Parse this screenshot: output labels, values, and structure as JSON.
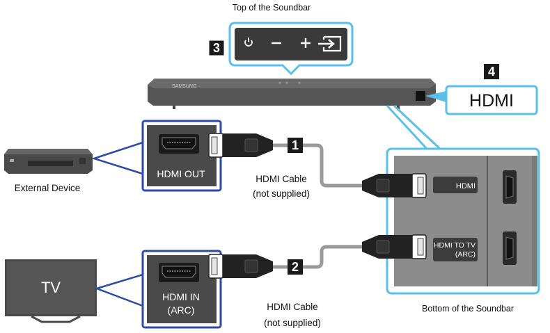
{
  "top_label": "Top of the Soundbar",
  "bottom_label": "Bottom of the Soundbar",
  "brand_text": "SAMSUNG",
  "steps": {
    "one": "1",
    "two": "2",
    "three": "3",
    "four": "4"
  },
  "hdmi_callout": "HDMI",
  "ports": {
    "hdmi_out": "HDMI OUT",
    "hdmi_in_line1": "HDMI IN",
    "hdmi_in_line2": "(ARC)"
  },
  "soundbar_ports": {
    "hdmi": "HDMI",
    "hdmi_to_tv_line1": "HDMI TO TV",
    "hdmi_to_tv_line2": "(ARC)"
  },
  "cables": {
    "upper_line1": "HDMI Cable",
    "upper_line2": "(not supplied)",
    "lower_line1": "HDMI Cable",
    "lower_line2": "(not supplied)"
  },
  "devices": {
    "external": "External Device",
    "tv": "TV"
  },
  "colors": {
    "accent": "#5bbfe9",
    "port_frame": "#2e4aa8",
    "dark": "#3a3a3a",
    "cable": "#9a9a9a"
  },
  "icons": [
    "power-icon",
    "minus-icon",
    "plus-icon",
    "source-input-icon"
  ]
}
